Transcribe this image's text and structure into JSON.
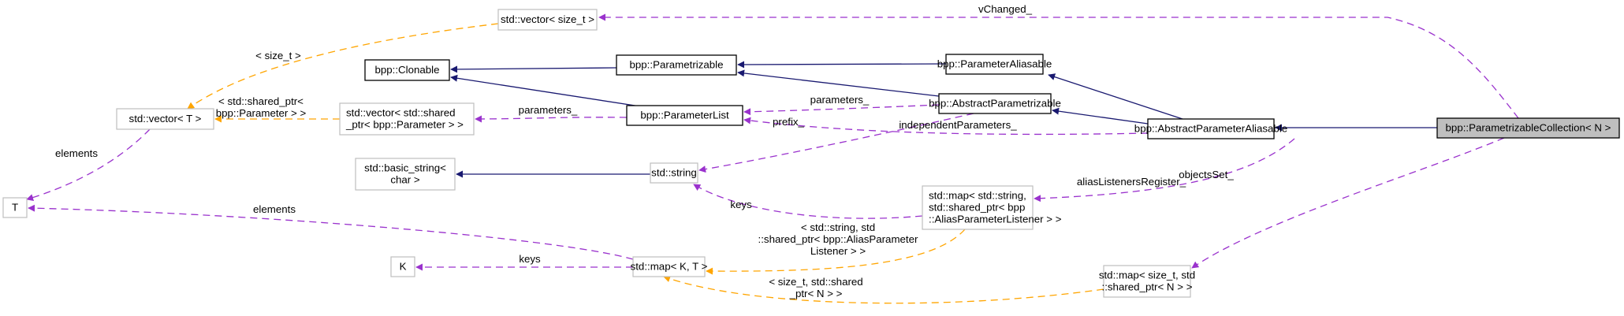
{
  "title": "bpp::ParametrizableCollection< N > collaboration graph",
  "colors": {
    "inheritance": "#191970",
    "usage": "#9a32cd",
    "template": "#ffa500",
    "focus_fill": "#bfbfbf",
    "documented_border": "#000000",
    "undocumented_border": "#bfbfbf"
  },
  "nodes": [
    {
      "id": "vec_size_t",
      "lines": [
        "std::vector< size_t >"
      ],
      "kind": "undocumented"
    },
    {
      "id": "clonable",
      "lines": [
        "bpp::Clonable"
      ],
      "kind": "documented"
    },
    {
      "id": "parametrizable",
      "lines": [
        "bpp::Parametrizable"
      ],
      "kind": "documented"
    },
    {
      "id": "param_aliasable",
      "lines": [
        "bpp::ParameterAliasable"
      ],
      "kind": "documented"
    },
    {
      "id": "vec_T",
      "lines": [
        "std::vector< T >"
      ],
      "kind": "undocumented"
    },
    {
      "id": "vec_shared_param",
      "lines": [
        "std::vector< std::shared",
        "_ptr< bpp::Parameter > >"
      ],
      "kind": "undocumented"
    },
    {
      "id": "param_list",
      "lines": [
        "bpp::ParameterList"
      ],
      "kind": "documented"
    },
    {
      "id": "abstract_parametrizable",
      "lines": [
        "bpp::AbstractParametrizable"
      ],
      "kind": "documented"
    },
    {
      "id": "abstract_param_aliasable",
      "lines": [
        "bpp::AbstractParameterAliasable"
      ],
      "kind": "documented"
    },
    {
      "id": "collection",
      "lines": [
        "bpp::ParametrizableCollection< N >"
      ],
      "kind": "focus"
    },
    {
      "id": "basic_string",
      "lines": [
        "std::basic_string<",
        "char >"
      ],
      "kind": "undocumented"
    },
    {
      "id": "std_string",
      "lines": [
        "std::string"
      ],
      "kind": "undocumented"
    },
    {
      "id": "T",
      "lines": [
        "T"
      ],
      "kind": "undocumented"
    },
    {
      "id": "map_alias",
      "lines": [
        "std::map< std::string,",
        " std::shared_ptr< bpp",
        "::AliasParameterListener > >"
      ],
      "kind": "undocumented"
    },
    {
      "id": "K",
      "lines": [
        "K"
      ],
      "kind": "undocumented"
    },
    {
      "id": "map_KT",
      "lines": [
        "std::map< K, T >"
      ],
      "kind": "undocumented"
    },
    {
      "id": "map_size_t",
      "lines": [
        "std::map< size_t, std",
        "::shared_ptr< N > >"
      ],
      "kind": "undocumented"
    }
  ],
  "edges": [
    {
      "from": "collection",
      "to": "vec_size_t",
      "type": "usage",
      "label": [
        "vChanged_"
      ]
    },
    {
      "from": "vec_size_t",
      "to": "vec_T",
      "type": "template",
      "label": [
        "< size_t >"
      ]
    },
    {
      "from": "parametrizable",
      "to": "clonable",
      "type": "inheritance",
      "label": []
    },
    {
      "from": "param_list",
      "to": "clonable",
      "type": "inheritance",
      "label": []
    },
    {
      "from": "param_aliasable",
      "to": "parametrizable",
      "type": "inheritance",
      "label": []
    },
    {
      "from": "abstract_parametrizable",
      "to": "parametrizable",
      "type": "inheritance",
      "label": []
    },
    {
      "from": "abstract_param_aliasable",
      "to": "param_aliasable",
      "type": "inheritance",
      "label": []
    },
    {
      "from": "abstract_param_aliasable",
      "to": "abstract_parametrizable",
      "type": "inheritance",
      "label": []
    },
    {
      "from": "collection",
      "to": "abstract_param_aliasable",
      "type": "inheritance",
      "label": []
    },
    {
      "from": "vec_shared_param",
      "to": "vec_T",
      "type": "template",
      "label": [
        "< std::shared_ptr<",
        "bpp::Parameter > >"
      ]
    },
    {
      "from": "param_list",
      "to": "vec_shared_param",
      "type": "usage",
      "label": [
        "parameters_"
      ]
    },
    {
      "from": "abstract_parametrizable",
      "to": "param_list",
      "type": "usage",
      "label": [
        "parameters_"
      ]
    },
    {
      "from": "abstract_param_aliasable",
      "to": "param_list",
      "type": "usage",
      "label": [
        "independentParameters_"
      ]
    },
    {
      "from": "abstract_parametrizable",
      "to": "std_string",
      "type": "usage",
      "label": [
        "prefix_"
      ]
    },
    {
      "from": "vec_T",
      "to": "T",
      "type": "usage",
      "label": [
        "elements"
      ]
    },
    {
      "from": "std_string",
      "to": "basic_string",
      "type": "inheritance",
      "label": []
    },
    {
      "from": "abstract_param_aliasable",
      "to": "map_alias",
      "type": "usage",
      "label": [
        "aliasListenersRegister_"
      ]
    },
    {
      "from": "map_alias",
      "to": "std_string",
      "type": "usage",
      "label": [
        "keys"
      ]
    },
    {
      "from": "collection",
      "to": "map_size_t",
      "type": "usage",
      "label": [
        "objectsSet_"
      ]
    },
    {
      "from": "map_KT",
      "to": "T",
      "type": "usage",
      "label": [
        "elements"
      ]
    },
    {
      "from": "map_KT",
      "to": "K",
      "type": "usage",
      "label": [
        "keys"
      ]
    },
    {
      "from": "map_alias",
      "to": "map_KT",
      "type": "template",
      "label": [
        "< std::string, std",
        "::shared_ptr< bpp::AliasParameter",
        "Listener > >"
      ]
    },
    {
      "from": "map_size_t",
      "to": "map_KT",
      "type": "template",
      "label": [
        "< size_t, std::shared",
        "_ptr< N > >"
      ]
    }
  ]
}
